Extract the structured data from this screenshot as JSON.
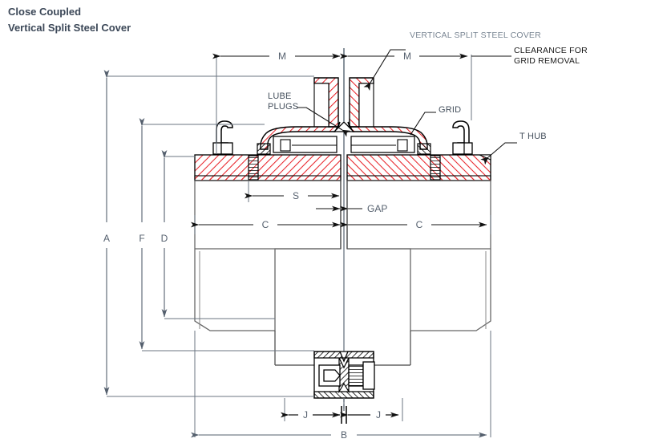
{
  "title": {
    "line1": "Close Coupled",
    "line2": "Vertical Split Steel Cover"
  },
  "callouts": {
    "vertical_split_steel_cover": "VERTICAL SPLIT STEEL COVER",
    "clearance_line1": "CLEARANCE FOR",
    "clearance_line2": "GRID REMOVAL",
    "lube_line1": "LUBE",
    "lube_line2": "PLUGS",
    "grid": "GRID",
    "t_hub": "T HUB"
  },
  "dimensions": {
    "m_left": "M",
    "m_right": "M",
    "a": "A",
    "f": "F",
    "d": "D",
    "s": "S",
    "gap": "GAP",
    "c_left": "C",
    "c_right": "C",
    "j_left": "J",
    "j_right": "J",
    "b": "B"
  },
  "colors": {
    "hatch_red": "#e8242a",
    "outline_black": "#000000",
    "dimension_gray": "#55606e",
    "label_gray": "#7b8794",
    "title_text": "#3c4858"
  }
}
